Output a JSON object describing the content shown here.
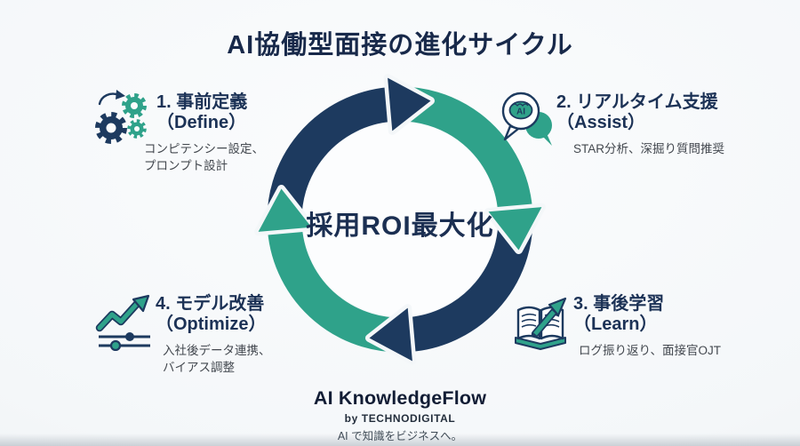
{
  "title": "AI協働型面接の進化サイクル",
  "center_label": "採用ROI最大化",
  "steps": [
    {
      "heading": "1. 事前定義",
      "heading_en": "（Define）",
      "desc_lines": [
        "コンピテンシー設定、",
        "プロンプト設計"
      ],
      "icon": "gears-process-icon"
    },
    {
      "heading": "2. リアルタイム支援",
      "heading_en": "（Assist）",
      "desc_lines": [
        "STAR分析、深掘り質問推奨"
      ],
      "icon": "ai-brain-speech-icon"
    },
    {
      "heading": "3. 事後学習",
      "heading_en": "（Learn）",
      "desc_lines": [
        "ログ振り返り、面接官OJT"
      ],
      "icon": "open-book-growth-icon"
    },
    {
      "heading": "4. モデル改善",
      "heading_en": "（Optimize）",
      "desc_lines": [
        "入社後データ連携、",
        "バイアス調整"
      ],
      "icon": "trend-tuning-icon"
    }
  ],
  "footer": {
    "brand": "AI KnowledgeFlow",
    "byline": "by TECHNODIGITAL",
    "tagline": "AI で知識をビジネスへ。"
  },
  "colors": {
    "navy": "#1d3a5f",
    "teal": "#2fa28a",
    "background": "#f4f6f8",
    "title_navy": "#18294a",
    "desc_gray": "#43484f"
  }
}
